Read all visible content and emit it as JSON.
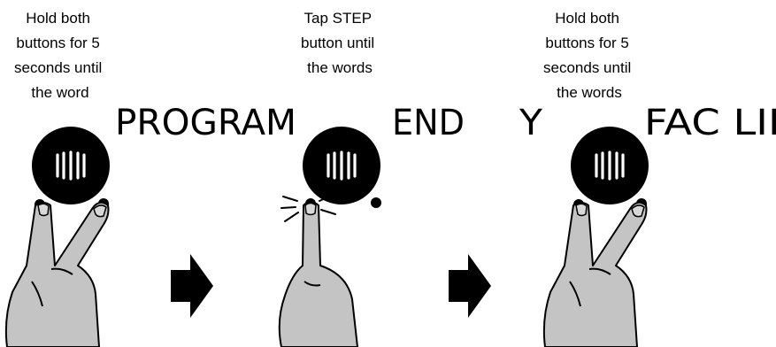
{
  "steps": [
    {
      "instruction_lines": [
        "Hold both",
        "buttons for 5",
        "seconds until",
        "the word"
      ],
      "display_text": [
        "PROGRAM"
      ],
      "gesture": "two-finger-hold"
    },
    {
      "instruction_lines": [
        "Tap STEP",
        "button until",
        "the words"
      ],
      "display_text": [
        "END",
        "Y"
      ],
      "gesture": "single-finger-tap"
    },
    {
      "instruction_lines": [
        "Hold both",
        "buttons for 5",
        "seconds until",
        "the words"
      ],
      "display_text": [
        "FAC LIM"
      ],
      "gesture": "two-finger-hold"
    }
  ],
  "arrows": [
    "right-arrow-icon",
    "right-arrow-icon"
  ],
  "colors": {
    "hand": "#c4c4c4",
    "ink": "#000000",
    "background": "#ffffff"
  }
}
